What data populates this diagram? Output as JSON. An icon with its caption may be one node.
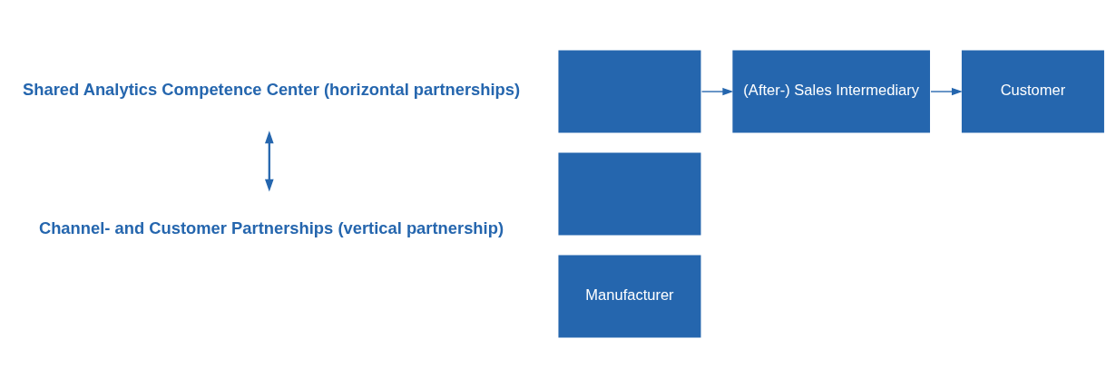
{
  "diagram": {
    "nodes": [
      {
        "text": [],
        "shape": "box"
      },
      {
        "text": [],
        "shape": "box"
      },
      {
        "text": [
          "Manufacturer"
        ]
      },
      {
        "text": [
          "(After-) Sales Intermediary"
        ]
      },
      {
        "text": [
          "Customer"
        ]
      }
    ],
    "edges": [
      {
        "from": 0,
        "to": 3,
        "arrow": "to"
      },
      {
        "from": 3,
        "to": 4,
        "arrow": "to"
      }
    ],
    "labels": [
      "Shared Analytics Competence Center (horizontal partnerships)",
      "Channel- and Customer Partnerships (vertical partnership)"
    ]
  }
}
